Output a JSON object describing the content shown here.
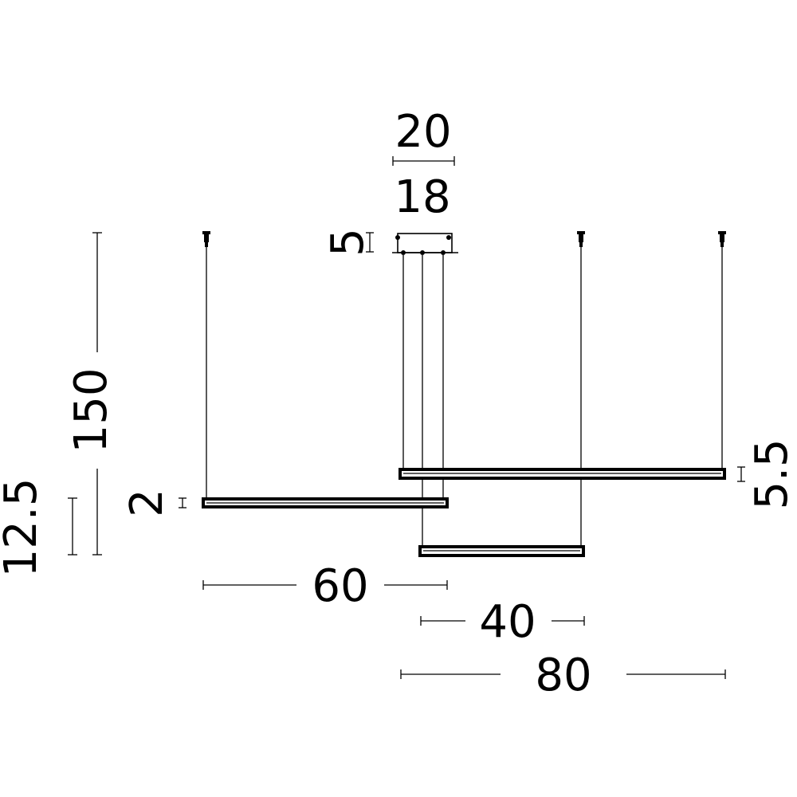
{
  "dimensions": {
    "canopy_width": "20",
    "canopy_inner": "18",
    "canopy_height": "5",
    "total_height": "150",
    "drop_height": "12.5",
    "bar_profile_left": "2",
    "bar_profile_right": "5.5",
    "bar_length_left": "60",
    "bar_length_middle": "40",
    "bar_length_right": "80"
  },
  "colors": {
    "line": "#000000",
    "background": "#ffffff"
  }
}
